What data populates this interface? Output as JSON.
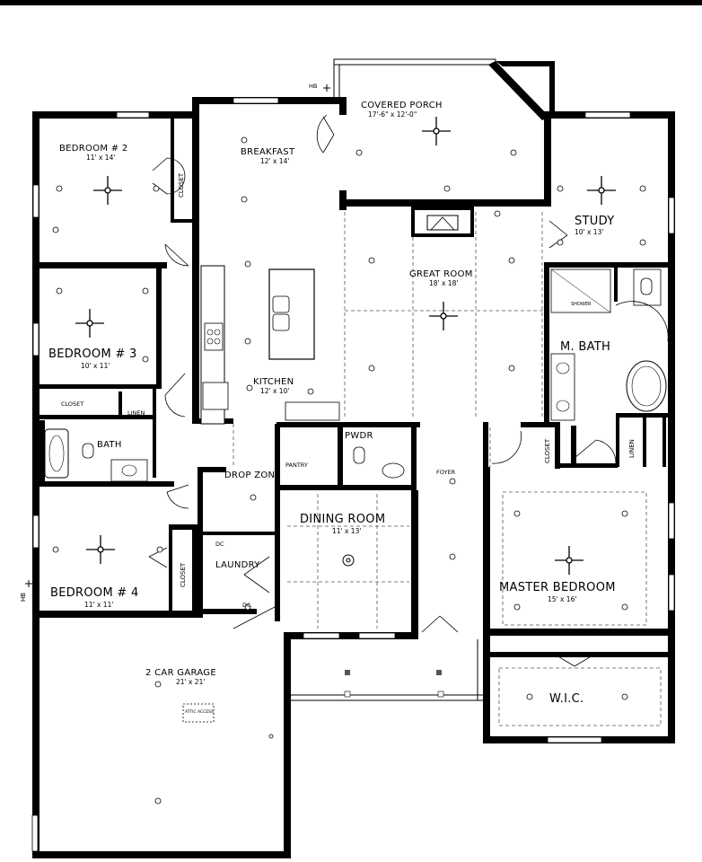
{
  "rooms": {
    "covered_porch": {
      "name": "COVERED PORCH",
      "dim": "17'-6\" x 12'-0\""
    },
    "bedroom2": {
      "name": "BEDROOM # 2",
      "dim": "11' x 14'"
    },
    "breakfast": {
      "name": "BREAKFAST",
      "dim": "12' x 14'"
    },
    "study": {
      "name": "STUDY",
      "dim": "10' x 13'"
    },
    "great_room": {
      "name": "GREAT ROOM",
      "dim": "18' x 18'"
    },
    "bedroom3": {
      "name": "BEDROOM # 3",
      "dim": "10' x 11'"
    },
    "kitchen": {
      "name": "KITCHEN",
      "dim": "12' x 10'"
    },
    "m_bath": {
      "name": "M. BATH"
    },
    "closet_b3": {
      "name": "CLOSET"
    },
    "linen1": {
      "name": "LINEN"
    },
    "bath": {
      "name": "BATH"
    },
    "pantry": {
      "name": "PANTRY"
    },
    "pwdr": {
      "name": "PWDR"
    },
    "foyer": {
      "name": "FOYER"
    },
    "closet_mb": {
      "name": "CLOSET"
    },
    "linen2": {
      "name": "LINEN"
    },
    "drop_zone": {
      "name": "DROP ZONE"
    },
    "dining_room": {
      "name": "DINING ROOM",
      "dim": "11' x 13'"
    },
    "laundry": {
      "name": "LAUNDRY"
    },
    "master_bedroom": {
      "name": "MASTER BEDROOM",
      "dim": "15' x 16'"
    },
    "bedroom4": {
      "name": "BEDROOM # 4",
      "dim": "11' x 11'"
    },
    "closet_b2": {
      "name": "CLOSET"
    },
    "closet_b4": {
      "name": "CLOSET"
    },
    "garage": {
      "name": "2 CAR GARAGE",
      "dim": "21' x 21'"
    },
    "wic": {
      "name": "W.I.C."
    }
  },
  "labels": {
    "hb_top": "HB",
    "hb_left": "HB",
    "dc1": "DC",
    "dc2": "DC",
    "shower": "SHOWER",
    "attic": "ATTIC ACCESS"
  }
}
